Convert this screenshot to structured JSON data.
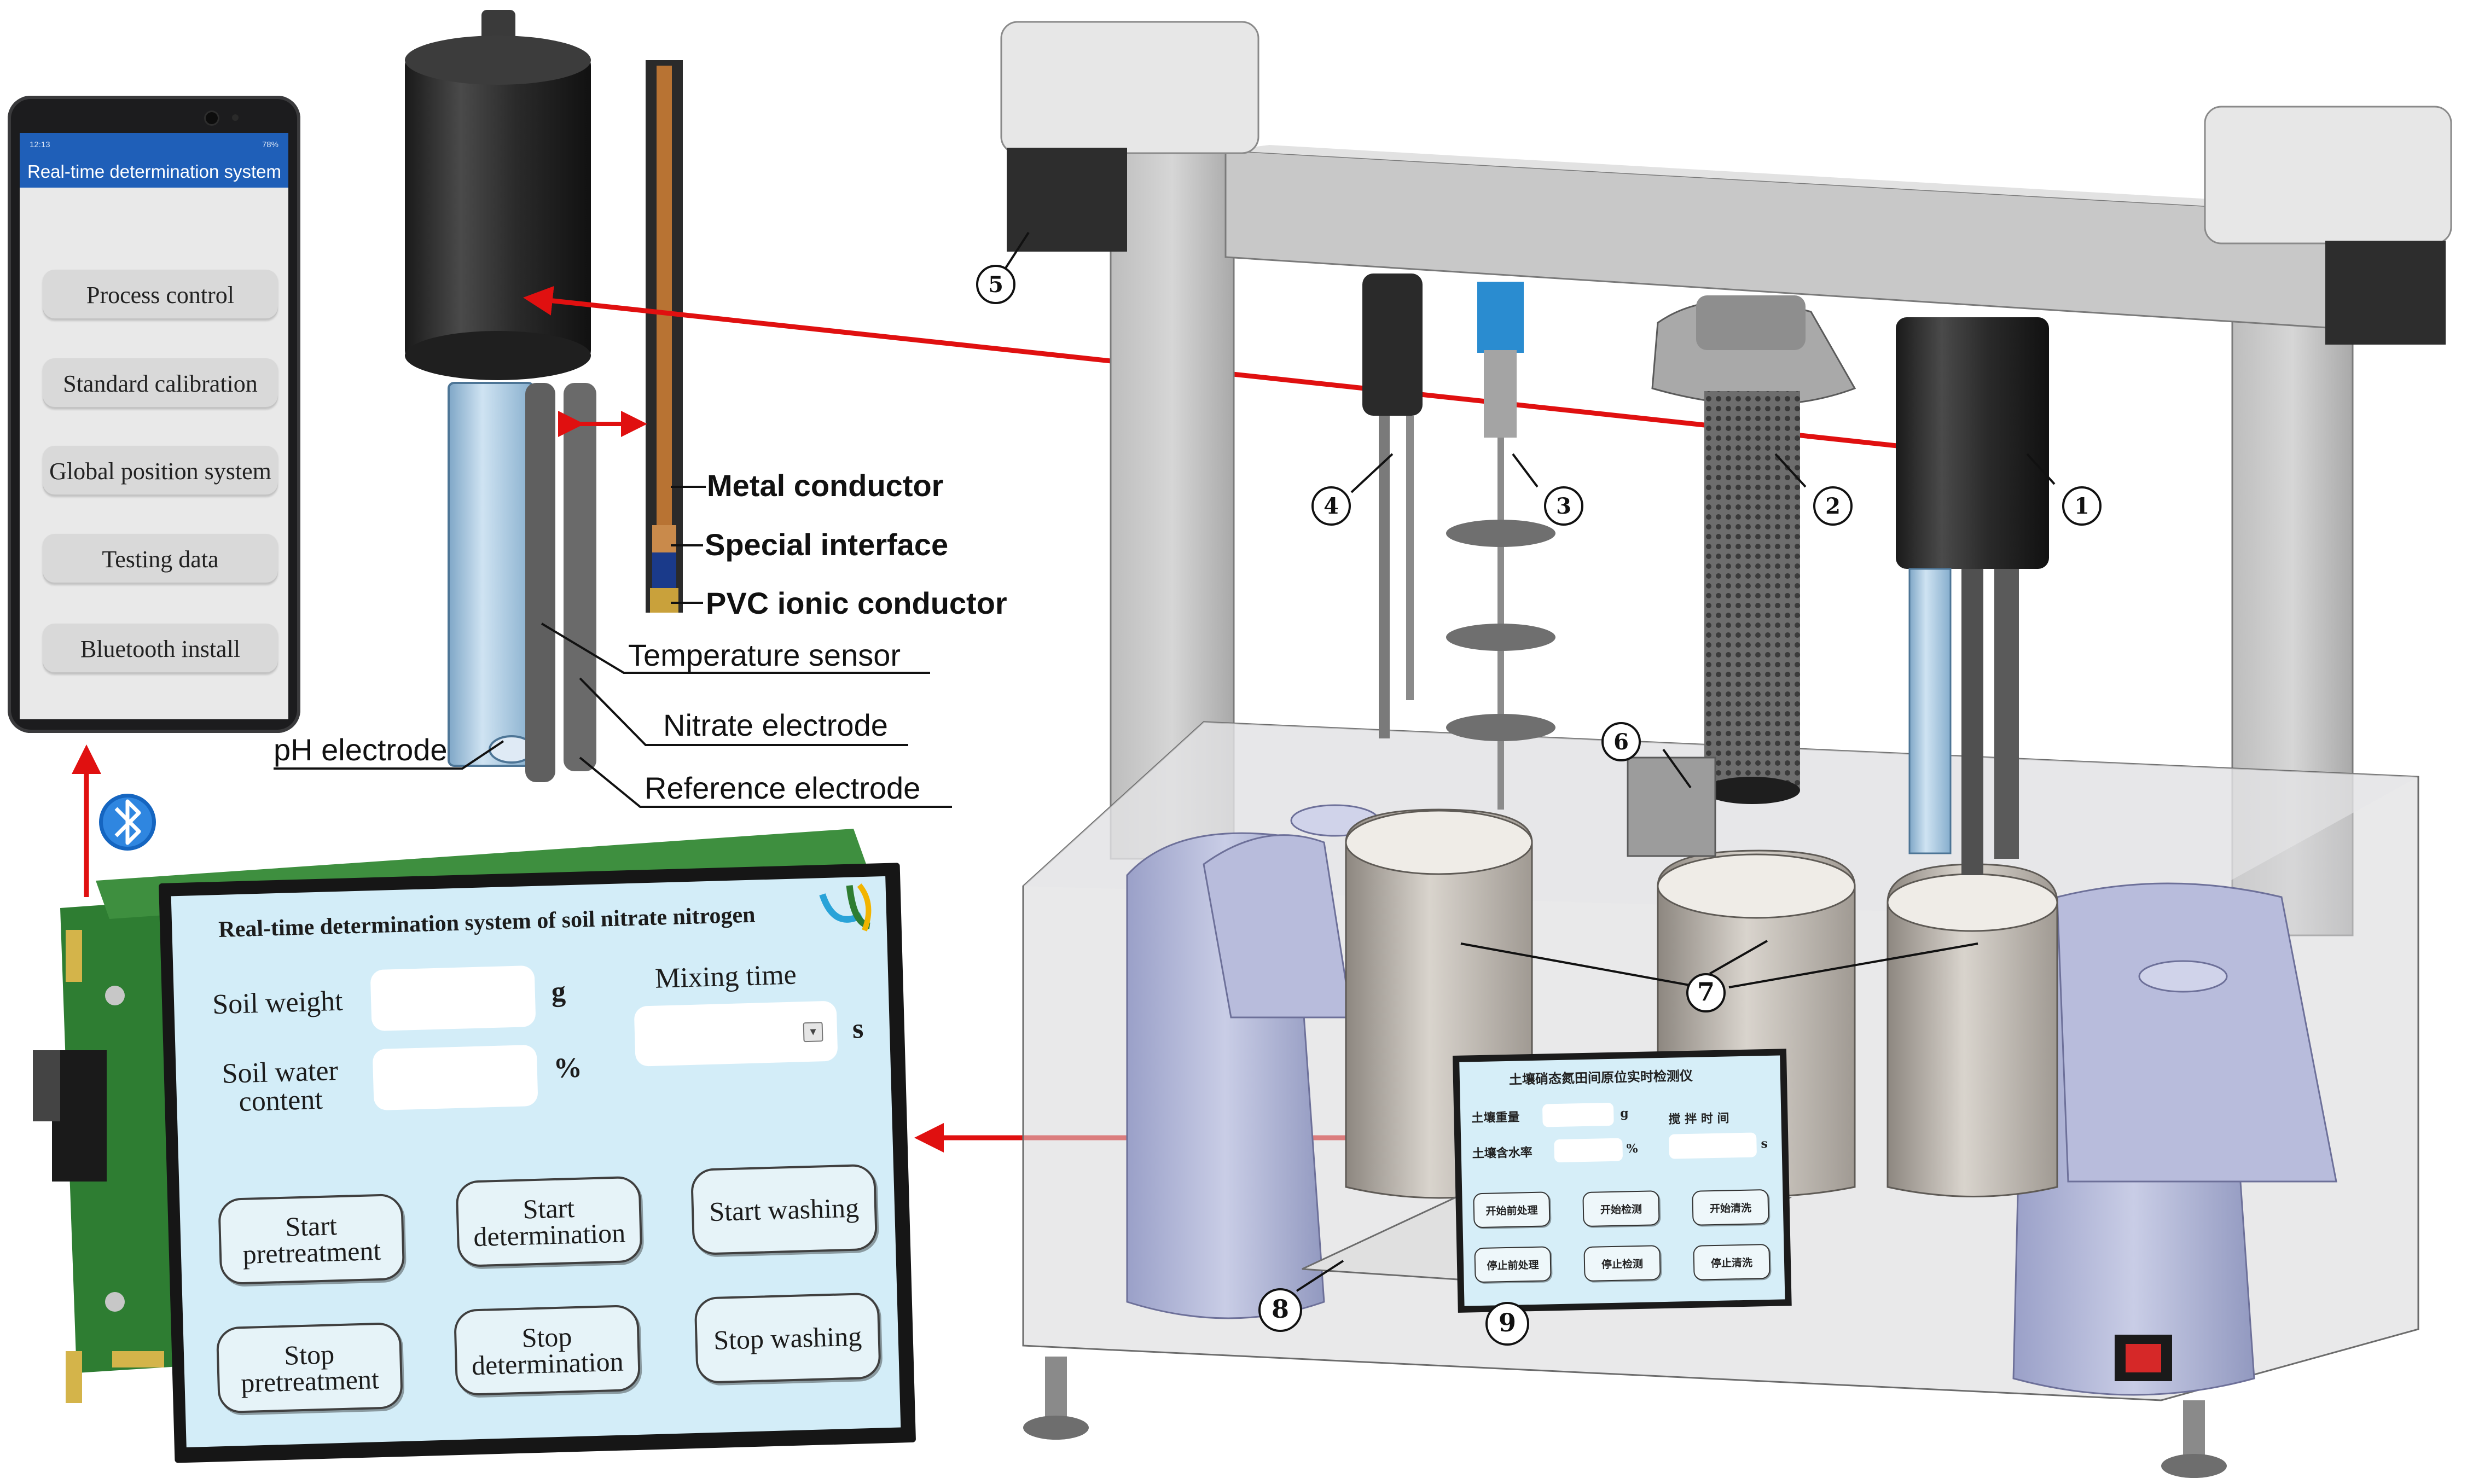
{
  "phone": {
    "status_time": "12:13",
    "status_right": "78%",
    "title": "Real-time determination system",
    "menu": [
      "Process control",
      "Standard calibration",
      "Global position system",
      "Testing data",
      "Bluetooth install"
    ]
  },
  "controller": {
    "title": "Real-time determination system of soil nitrate nitrogen",
    "soil_weight_label": "Soil weight",
    "soil_weight_unit": "g",
    "soil_water_label": "Soil water content",
    "soil_water_unit": "%",
    "mixing_time_label": "Mixing time",
    "mixing_time_unit": "s",
    "buttons": [
      "Start pretreatment",
      "Start determination",
      "Start washing",
      "Stop pretreatment",
      "Stop determination",
      "Stop washing"
    ]
  },
  "electrode_labels": {
    "metal_conductor": "Metal conductor",
    "special_interface": "Special interface",
    "pvc_ionic_conductor": "PVC ionic conductor",
    "temperature_sensor": "Temperature sensor",
    "nitrate_electrode": "Nitrate electrode",
    "reference_electrode": "Reference electrode",
    "ph_electrode": "pH electrode"
  },
  "part_numbers": [
    "①",
    "②",
    "③",
    "④",
    "⑤",
    "⑥",
    "7",
    "8",
    "9"
  ],
  "device_screen": {
    "title": "土壤硝态氮田间原位实时检测仪",
    "soil_weight_label": "土壤重量",
    "soil_weight_unit": "g",
    "soil_water_label": "土壤含水率",
    "soil_water_unit": "%",
    "mixing_time_label": "搅 拌 时 间",
    "mixing_time_unit": "s",
    "buttons": [
      "开始前处理",
      "开始检测",
      "开始清洗",
      "停止前处理",
      "停止检测",
      "停止清洗"
    ]
  },
  "colors": {
    "arrow": "#e01010",
    "phone_header": "#1f5fb8",
    "lcd_screen": "#d3edf8",
    "pcb": "#2f7d32",
    "bluetooth": "#1565c0"
  },
  "icons": [
    "bluetooth-icon",
    "logo-icon",
    "dropdown-icon",
    "power-switch-icon"
  ]
}
